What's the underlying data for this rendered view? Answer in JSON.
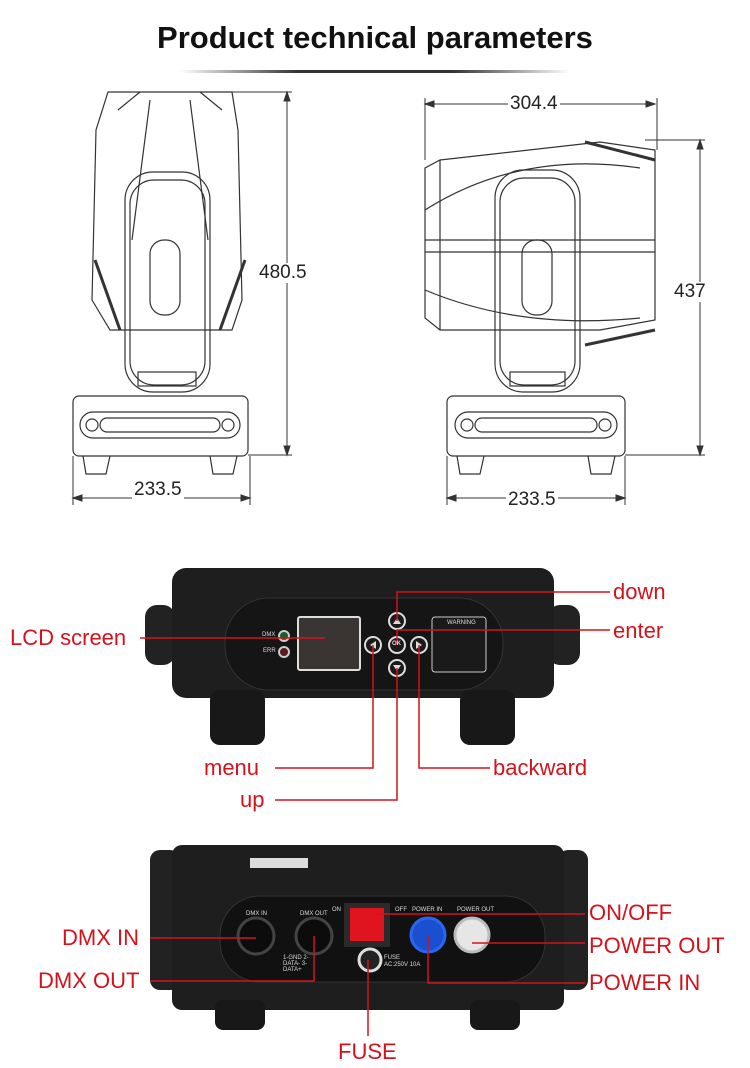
{
  "title": "Product technical parameters",
  "drawings": {
    "front_view": {
      "height": "480.5",
      "width": "233.5"
    },
    "side_view": {
      "depth": "304.4",
      "height": "437",
      "width": "233.5"
    }
  },
  "control_panel": {
    "labels": {
      "lcd": "LCD screen",
      "down": "down",
      "enter": "enter",
      "menu": "menu",
      "up": "up",
      "backward": "backward"
    },
    "leds": [
      "DMX",
      "ERR"
    ],
    "ok_button": "OK",
    "warning_title": "WARNING"
  },
  "rear_panel": {
    "labels": {
      "dmx_in": "DMX IN",
      "dmx_out": "DMX OUT",
      "on_off": "ON/OFF",
      "power_out": "POWER OUT",
      "power_in": "POWER IN",
      "fuse": "FUSE"
    },
    "printed": {
      "dmx_in": "DMX IN",
      "dmx_out": "DMX OUT",
      "on": "ON",
      "off": "OFF",
      "power_in": "POWER IN",
      "power_out": "POWER OUT",
      "pinout": "1-GND 2-DATA- 3-DATA+",
      "fuse": "FUSE",
      "fuse_rating": "AC:250V 10A"
    }
  },
  "colors": {
    "callout": "#d4121c",
    "body": "#1e1e1e",
    "power_in": "#1a4fd0",
    "switch": "#e0141e"
  }
}
